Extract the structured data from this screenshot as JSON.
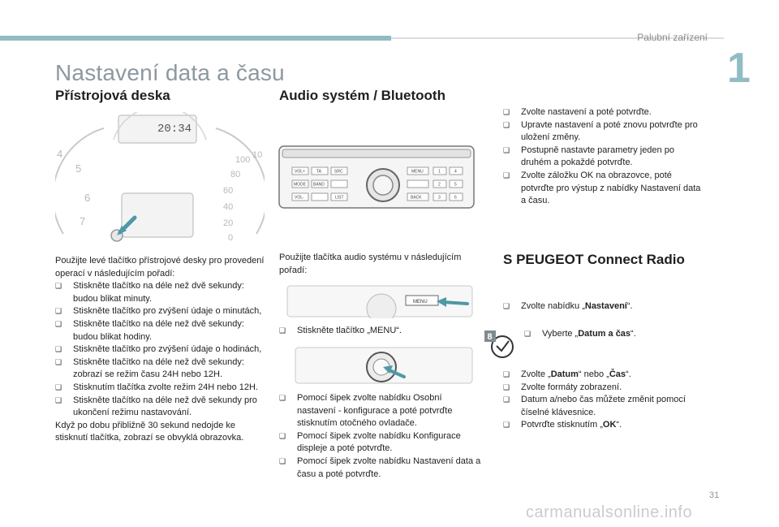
{
  "header": {
    "section_label": "Palubní zařízení",
    "chapter_number": "1"
  },
  "page": {
    "title": "Nastavení data a času",
    "number": "31",
    "watermark": "carmanualsonline.info"
  },
  "dashboard": {
    "heading": "Přístrojová deska",
    "clock_display": "20:34",
    "intro": "Použijte levé tlačítko přístrojové desky pro provedení operací v následujícím pořadí:",
    "steps": [
      "Stiskněte tlačítko na déle než dvě sekundy: budou blikat minuty.",
      "Stiskněte tlačítko pro zvýšení údaje o minutách,",
      "Stiskněte tlačítko na déle než dvě sekundy: budou blikat hodiny.",
      "Stiskněte tlačítko pro zvýšení údaje o hodinách,",
      "Stiskněte tlačítko na déle než dvě sekundy: zobrazí se režim času 24H nebo 12H.",
      "Stisknutím tlačítka zvolte režim 24H nebo 12H.",
      "Stiskněte tlačítko na déle než dvě sekundy pro ukončení režimu nastavování."
    ],
    "outro": "Když po dobu přibližně 30 sekund nedojde ke stisknutí tlačítka, zobrazí se obvyklá obrazovka."
  },
  "audio": {
    "heading": "Audio systém / Bluetooth",
    "intro": "Použijte tlačítka audio systému v následujícím pořadí:",
    "step_menu": "Stiskněte tlačítko „MENU“.",
    "steps_after": [
      "Pomocí šipek zvolte nabídku Osobní nastavení - konfigurace a poté potvrďte stisknutím otočného ovladače.",
      "Pomocí šipek zvolte nabídku Konfigurace displeje a poté potvrďte.",
      "Pomocí šipek zvolte nabídku Nastavení data a času a poté potvrďte."
    ],
    "buttons": {
      "vol_plus": "VOL+",
      "ta": "TA",
      "src": "SRC",
      "menu": "MENU",
      "mode": "MODE",
      "band": "BAND",
      "vol_minus": "VOL-",
      "list": "LIST",
      "back": "BACK",
      "n1": "1",
      "n2": "2",
      "n3": "3",
      "n4": "4",
      "n5": "5",
      "n6": "6"
    }
  },
  "right_column": {
    "steps": [
      "Zvolte nastavení a poté potvrďte.",
      "Upravte nastavení a poté znovu potvrďte pro uložení změny.",
      "Postupně nastavte parametry jeden po druhém a pokaždé potvrďte.",
      "Zvolte záložku OK na obrazovce, poté potvrďte pro výstup z nabídky Nastavení data a času."
    ]
  },
  "connect": {
    "heading": "PEUGEOT Connect Radio",
    "logo_letter": "S",
    "step_select_pre": "Zvolte nabídku „",
    "step_select_bold": "Nastavení",
    "step_select_post": "“.",
    "icon_badge": "8",
    "step_choose_pre": "Vyberte „",
    "step_choose_bold": "Datum a čas",
    "step_choose_post": "“.",
    "step_date_pre": "Zvolte „",
    "step_date_bold1": "Datum",
    "step_date_mid": "“ nebo „",
    "step_date_bold2": "Čas",
    "step_date_post": "“.",
    "steps_rest": [
      "Zvolte formáty zobrazení.",
      "Datum a/nebo čas můžete změnit pomocí číselné klávesnice."
    ],
    "step_confirm_pre": "Potvrďte stisknutím „",
    "step_confirm_bold": "OK",
    "step_confirm_post": "“."
  },
  "icons": {
    "bullet": "square-bullet-icon",
    "arrow": "green-arrow-icon",
    "clock": "clock-icon"
  },
  "colors": {
    "accent": "#8fbdc4",
    "title": "#8a9aa0",
    "arrow": "#4c9aa7"
  }
}
